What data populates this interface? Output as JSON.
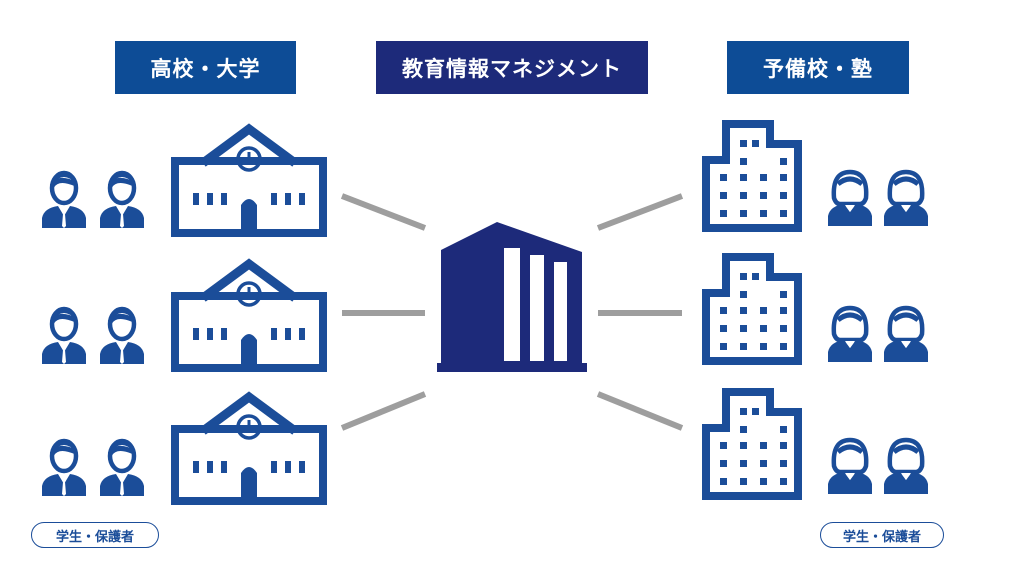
{
  "labels": {
    "left": "高校・大学",
    "center": "教育情報マネジメント",
    "right": "予備校・塾"
  },
  "pills": {
    "left": "学生・保護者",
    "right": "学生・保護者"
  },
  "colors": {
    "label_left": "#0d4c96",
    "label_center": "#1d2a7a",
    "label_right": "#0d4c96",
    "icon_blue": "#1b4d99",
    "hub_navy": "#1d2a7a",
    "connector_gray": "#9e9e9e"
  },
  "icons": {
    "school": "school-building-icon",
    "office": "office-building-icon",
    "hub": "central-building-icon",
    "male_student": "male-student-icon",
    "female_student": "female-student-icon",
    "clock": "clock-icon"
  }
}
